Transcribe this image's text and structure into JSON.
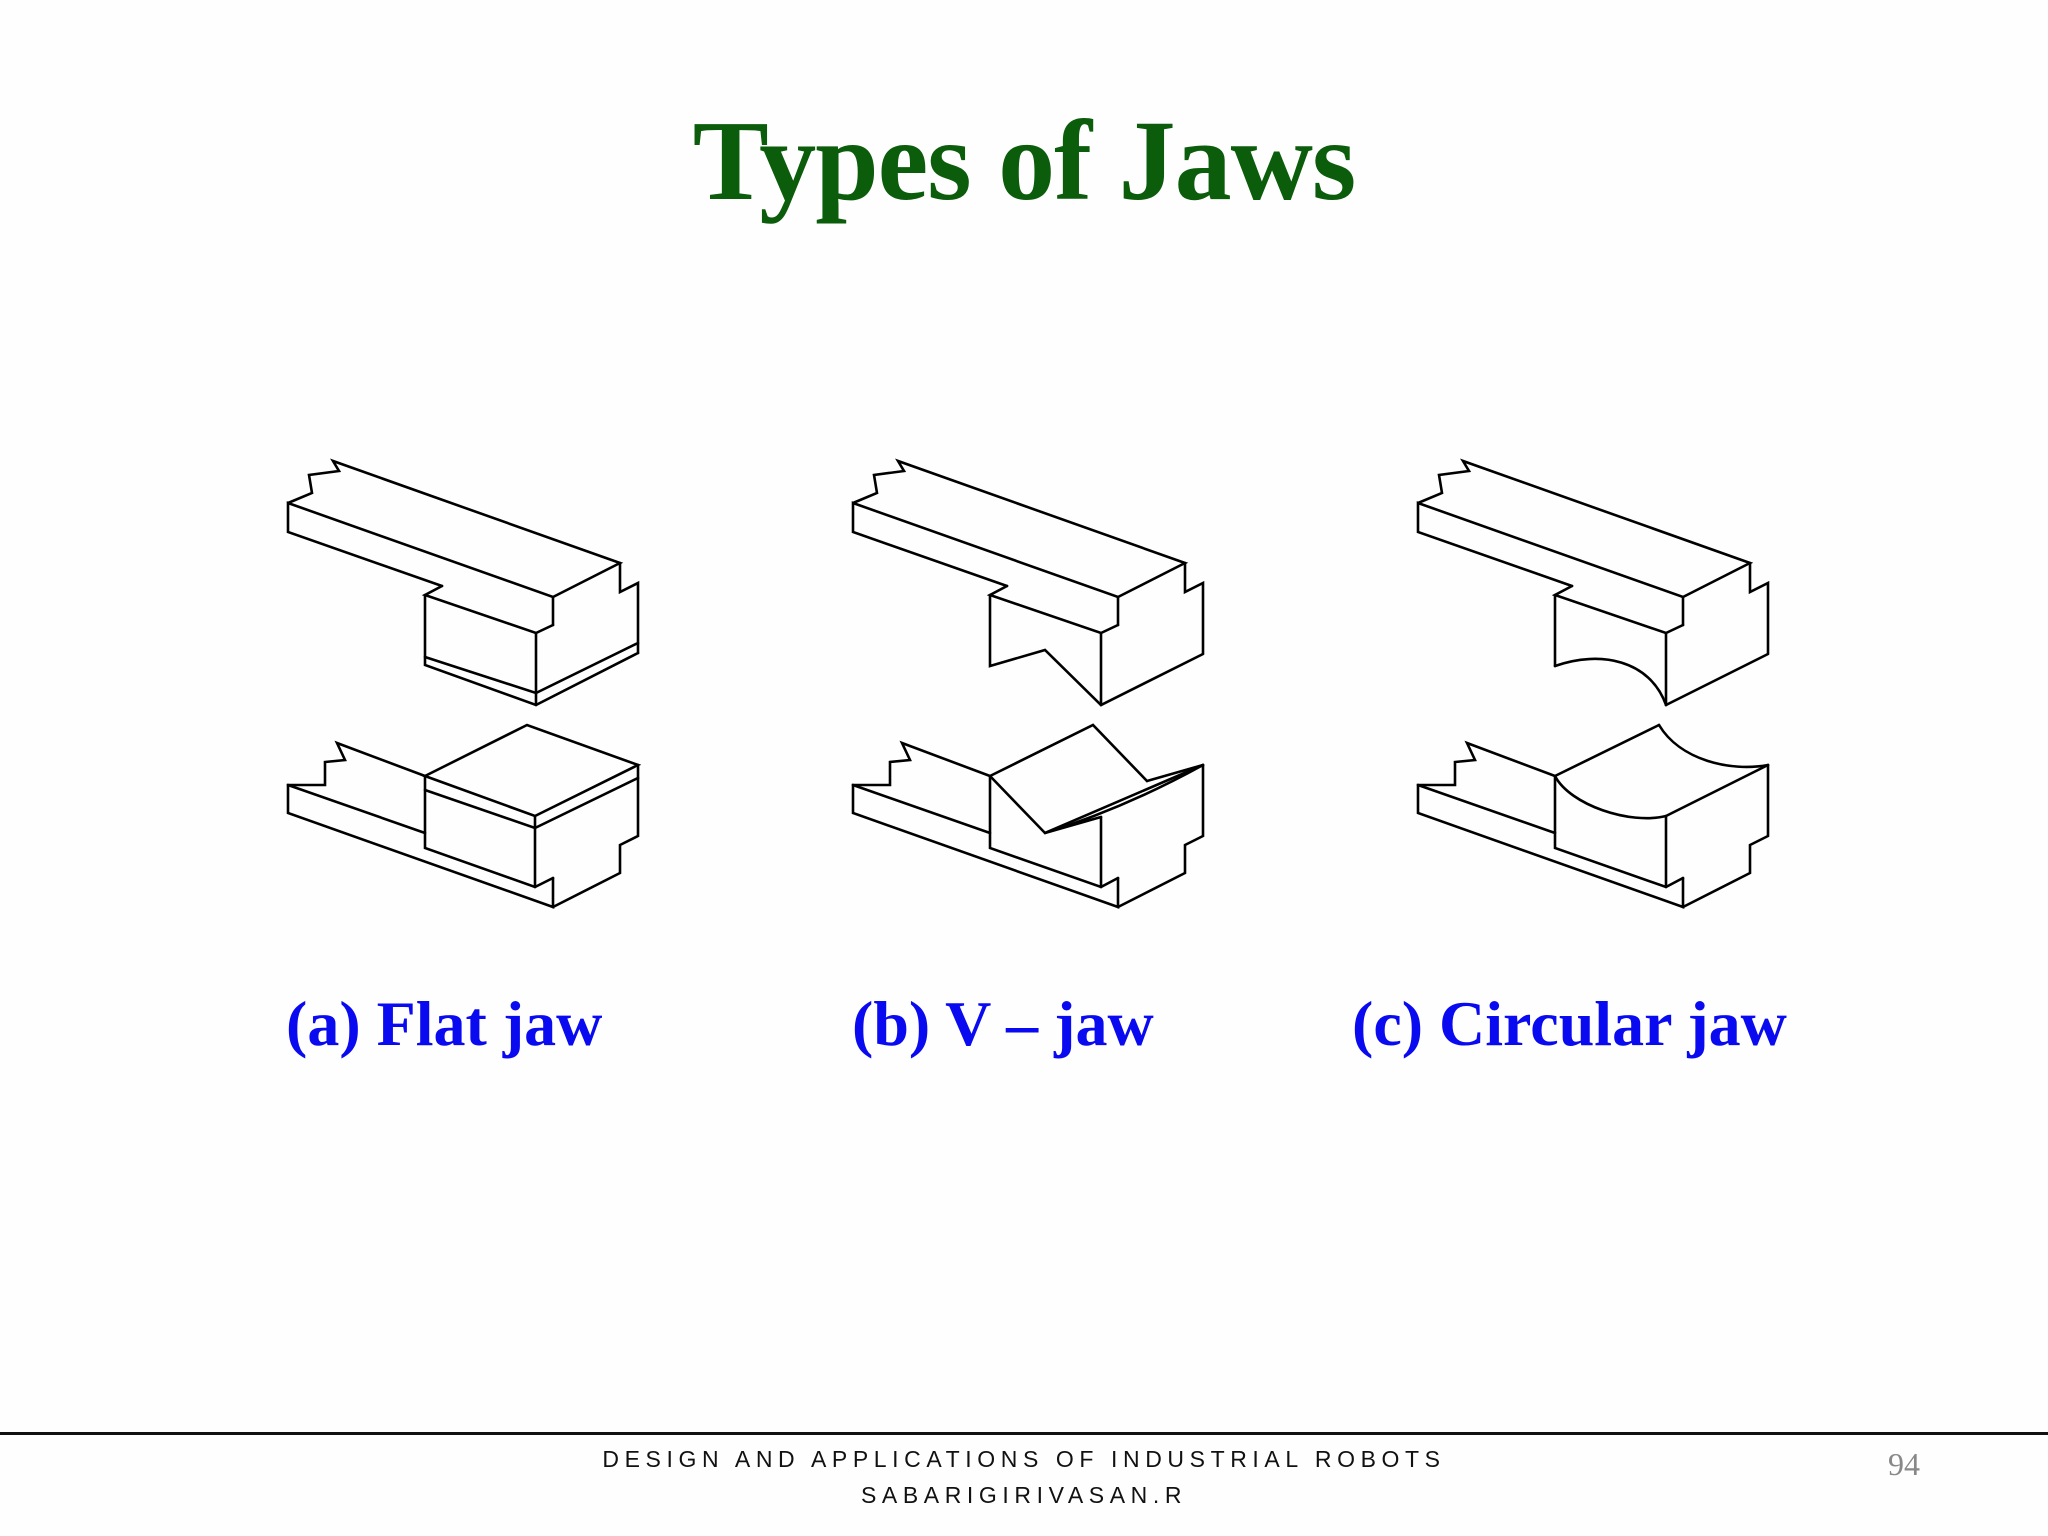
{
  "slide": {
    "title": "Types of Jaws",
    "title_color": "#0b5c0b",
    "label_color": "#0a0af0",
    "jaws": [
      {
        "id": "a",
        "label": "(a) Flat jaw",
        "shape": "flat"
      },
      {
        "id": "b",
        "label": "(b) V – jaw",
        "shape": "v"
      },
      {
        "id": "c",
        "label": "(c) Circular jaw",
        "shape": "circular"
      }
    ]
  },
  "footer": {
    "course": "DESIGN AND APPLICATIONS OF INDUSTRIAL ROBOTS",
    "author": "SABARIGIRIVASAN.R",
    "page_number": "94"
  }
}
